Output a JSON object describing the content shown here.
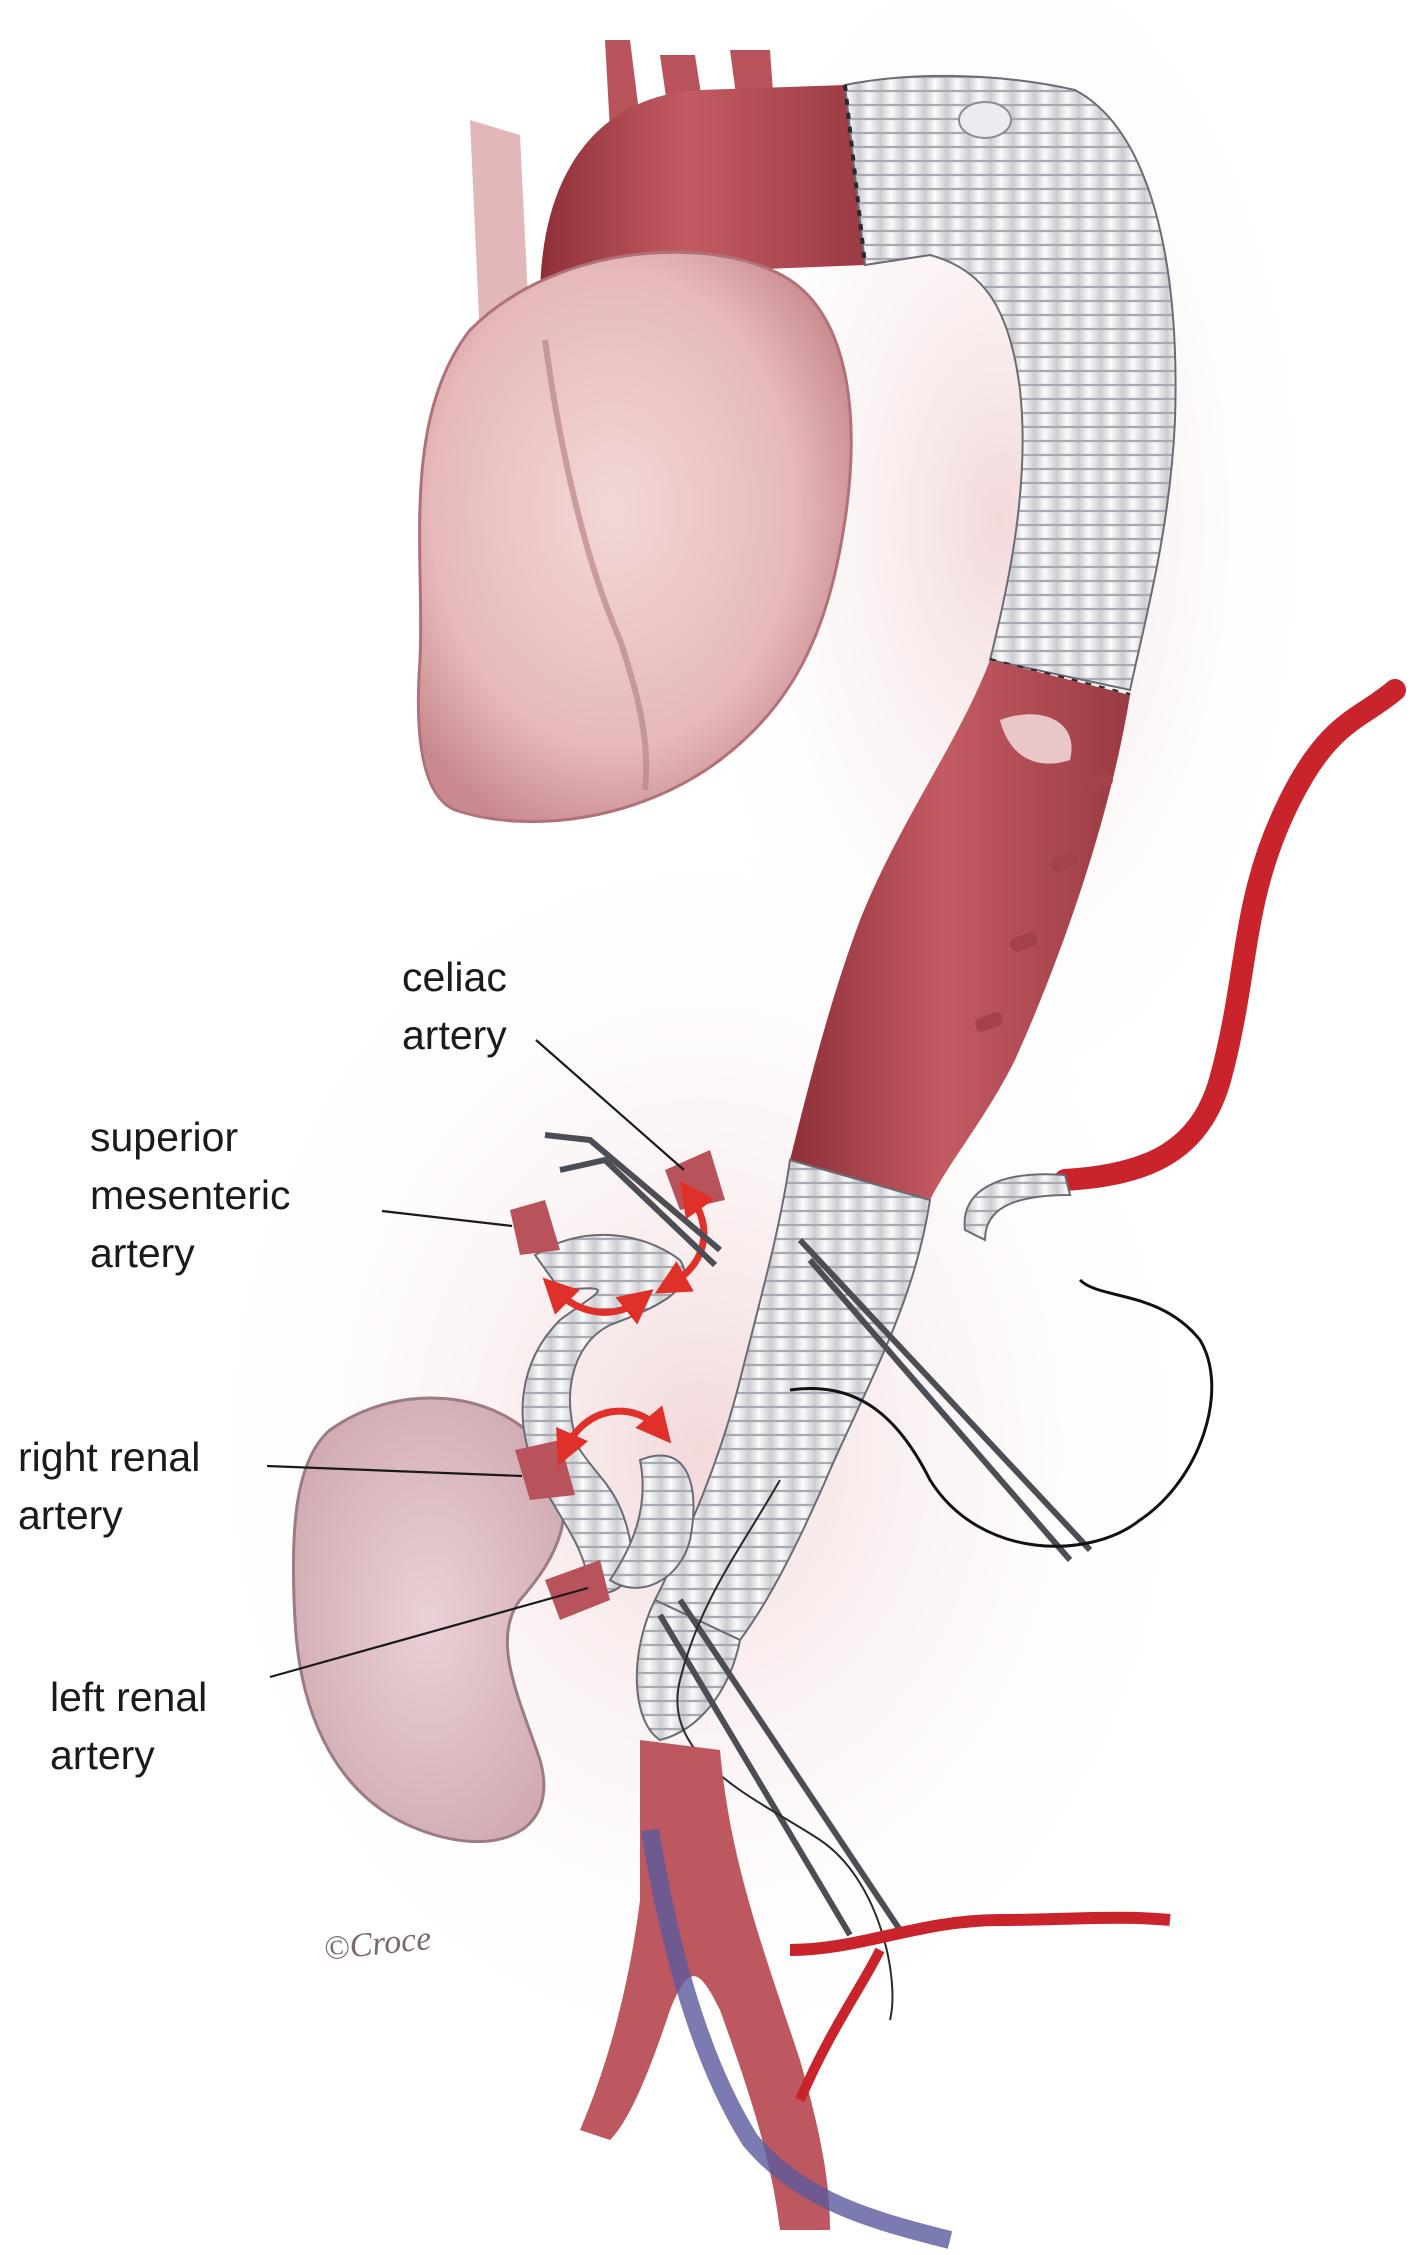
{
  "labels": {
    "celiac": {
      "line1": "celiac",
      "line2": "artery"
    },
    "superior_mesenteric": {
      "line1": "superior",
      "line2": "mesenteric",
      "line3": "artery"
    },
    "right_renal": {
      "line1": "right renal",
      "line2": "artery"
    },
    "left_renal": {
      "line1": "left renal",
      "line2": "artery"
    }
  },
  "signature": "©Croce",
  "colors": {
    "tissue": "#d49a9e",
    "artery": "#b8525a",
    "graft": "#f4f4f6",
    "blood_vessel": "#c9242b",
    "vein": "#5a5a9e",
    "arrow": "#e0302a",
    "label_line": "#1a1a1a"
  }
}
